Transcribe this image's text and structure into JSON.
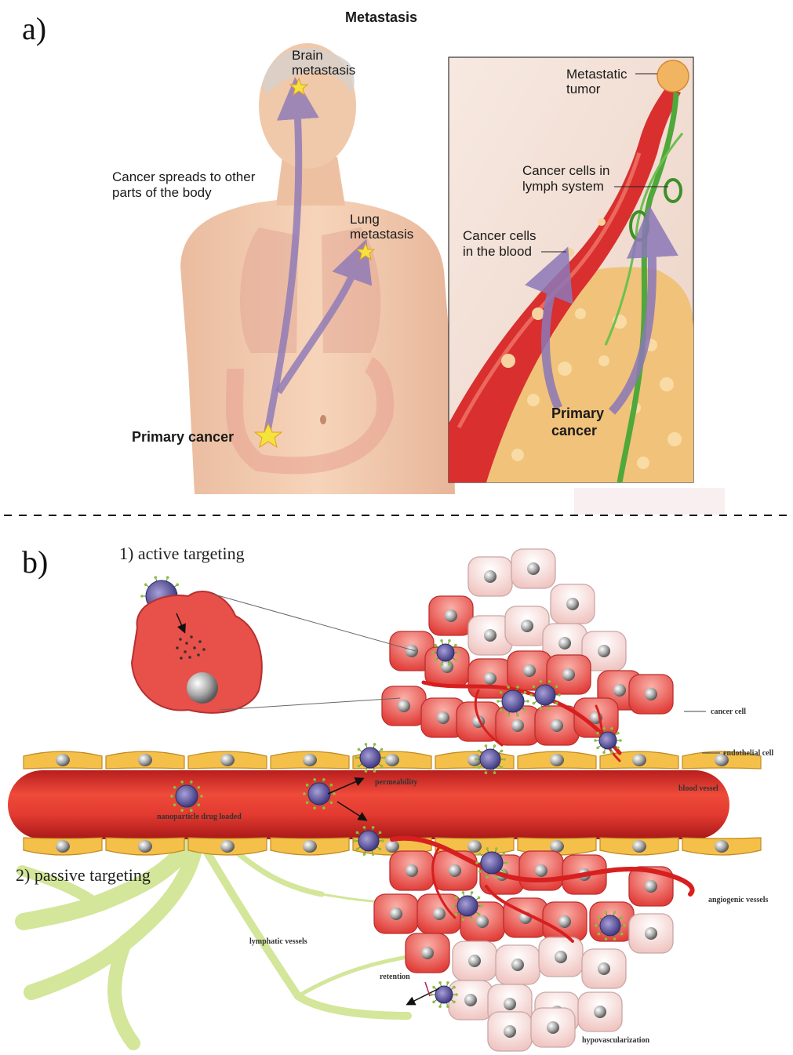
{
  "panel_a": {
    "letter": "a)",
    "title": "Metastasis",
    "labels": {
      "brain_line1": "Brain",
      "brain_line2": "metastasis",
      "spread_line1": "Cancer spreads to other",
      "spread_line2": "parts of the body",
      "lung_line1": "Lung",
      "lung_line2": "metastasis",
      "primary_cancer": "Primary cancer",
      "inset_metastatic_line1": "Metastatic",
      "inset_metastatic_line2": "tumor",
      "inset_lymph_line1": "Cancer cells in",
      "inset_lymph_line2": "lymph system",
      "inset_blood_line1": "Cancer cells",
      "inset_blood_line2": "in the blood",
      "inset_primary_line1": "Primary",
      "inset_primary_line2": "cancer"
    }
  },
  "panel_b": {
    "letter": "b)",
    "labels": {
      "active_targeting": "1) active targeting",
      "passive_targeting": "2) passive targeting",
      "cancer_cell": "cancer cell",
      "endothelial_cell": "endothelial cell",
      "blood_vessel": "blood vessel",
      "permeability": "permeability",
      "nanoparticle": "nanoparticle drug loaded",
      "angiogenic_vessels": "angiogenic vessels",
      "lymphatic_vessels": "lymphatic vessels",
      "retention": "retention",
      "hypovascularization": "hypovascularization"
    }
  },
  "colors": {
    "skin": "#f2c6a6",
    "blood_vessel": "#d92f2f",
    "lymph_vessel": "#4fa83a",
    "arrow_purple": "#8c78b8",
    "tumor_yellow": "#f1c27a",
    "cancer_cell_red": "#e8504a",
    "endothelial_yellow": "#f5c04a",
    "lymphatic_green": "#d3e69a",
    "nanoparticle_purple": "#6a5fa8"
  }
}
